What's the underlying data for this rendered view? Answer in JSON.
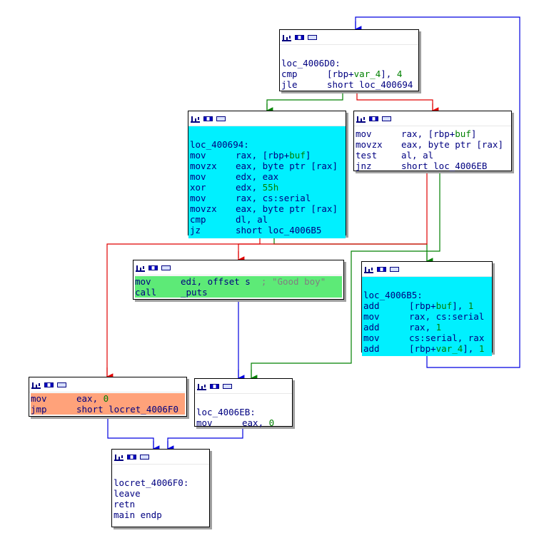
{
  "blocks": {
    "b1": {
      "label": "loc_4006D0:",
      "lines": [
        {
          "mn": "cmp",
          "op": "[rbp+",
          "var": "var_4",
          "op2": "], ",
          "num": "4"
        },
        {
          "mn": "jle",
          "op": "short loc_400694"
        }
      ]
    },
    "b2": {
      "label": "loc_400694:",
      "lines": [
        {
          "mn": "mov",
          "op": "rax, [rbp+",
          "var": "buf",
          "op2": "]"
        },
        {
          "mn": "movzx",
          "op": "eax, byte ptr [rax]"
        },
        {
          "mn": "mov",
          "op": "edx, eax"
        },
        {
          "mn": "xor",
          "op": "edx, ",
          "num": "55h"
        },
        {
          "mn": "mov",
          "op": "rax, cs:serial"
        },
        {
          "mn": "movzx",
          "op": "eax, byte ptr [rax]"
        },
        {
          "mn": "cmp",
          "op": "dl, al"
        },
        {
          "mn": "jz",
          "op": "short loc_4006B5"
        }
      ]
    },
    "b3": {
      "lines": [
        {
          "mn": "mov",
          "op": "rax, [rbp+",
          "var": "buf",
          "op2": "]"
        },
        {
          "mn": "movzx",
          "op": "eax, byte ptr [rax]"
        },
        {
          "mn": "test",
          "op": "al, al"
        },
        {
          "mn": "jnz",
          "op": "short loc_4006EB"
        }
      ]
    },
    "b4": {
      "lines": [
        {
          "mn": "mov",
          "op": "edi, offset s",
          "cmt": "; \"Good boy\""
        },
        {
          "mn": "call",
          "op": "_puts"
        }
      ]
    },
    "b5": {
      "label": "loc_4006B5:",
      "lines": [
        {
          "mn": "add",
          "op": "[rbp+",
          "var": "buf",
          "op2": "], ",
          "num": "1"
        },
        {
          "mn": "mov",
          "op": "rax, cs:serial"
        },
        {
          "mn": "add",
          "op": "rax, ",
          "num": "1"
        },
        {
          "mn": "mov",
          "op": "cs:serial, rax"
        },
        {
          "mn": "add",
          "op": "[rbp+",
          "var": "var_4",
          "op2": "], ",
          "num": "1"
        }
      ]
    },
    "b6": {
      "lines": [
        {
          "mn": "mov",
          "op": "eax, ",
          "num": "0"
        },
        {
          "mn": "jmp",
          "op": "short locret_4006F0"
        }
      ]
    },
    "b7": {
      "label": "loc_4006EB:",
      "lines": [
        {
          "mn": "mov",
          "op": "eax, ",
          "num": "0"
        }
      ]
    },
    "b8": {
      "label": "locret_4006F0:",
      "lines": [
        {
          "mn": "leave",
          "op": ""
        },
        {
          "mn": "retn",
          "op": ""
        },
        {
          "mn": "main endp",
          "op": ""
        }
      ]
    }
  },
  "icons": [
    "graph-overview-icon",
    "color-node-icon",
    "group-nodes-icon"
  ],
  "colors": {
    "true_edge": "#008000",
    "false_edge": "#e00000",
    "jump_edge": "#0000e0",
    "cyan_block": "#00f0ff",
    "green_highlight": "#5dea77",
    "orange_highlight": "#ffa27a"
  }
}
